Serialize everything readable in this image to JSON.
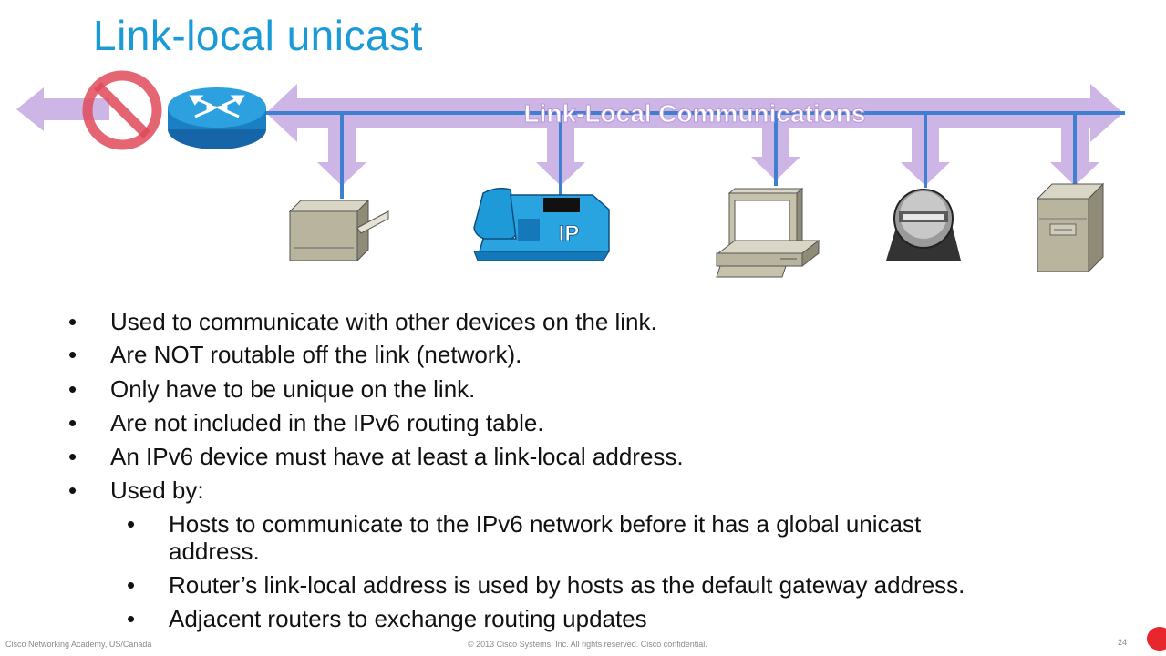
{
  "slide": {
    "title": "Link-local unicast",
    "banner": "Link-Local Communications",
    "phone_label": "IP"
  },
  "bullets": [
    {
      "level": 1,
      "text": "Used to communicate with other devices on the link."
    },
    {
      "level": 1,
      "text": "Are NOT routable off the link (network)."
    },
    {
      "level": 1,
      "text": "Only have to be unique on the link."
    },
    {
      "level": 1,
      "text": "Are not included in the IPv6 routing table."
    },
    {
      "level": 1,
      "text": "An IPv6 device must have at least a link-local address."
    },
    {
      "level": 1,
      "text": "Used by:"
    },
    {
      "level": 2,
      "text": "Hosts to communicate to the IPv6 network before it has a global unicast"
    },
    {
      "level": 2,
      "text": "address.",
      "continuation": true
    },
    {
      "level": 2,
      "text": "Router’s link-local address is used by hosts as the default gateway address."
    },
    {
      "level": 2,
      "text": "Adjacent routers to exchange routing updates"
    }
  ],
  "footer": {
    "left": "Cisco Networking Academy, US/Canada",
    "center": "© 2013 Cisco Systems, Inc. All rights reserved. Cisco confidential.",
    "page": "24"
  },
  "colors": {
    "title": "#1a9ad6",
    "arrow": "#c4a8e0",
    "line": "#3f7fd0",
    "prohibit": "#e04a5a",
    "router": "#1f8fd0"
  },
  "icons": [
    "prohibit-icon",
    "router-icon",
    "printer-icon",
    "ip-phone-icon",
    "pc-icon",
    "camera-icon",
    "server-icon"
  ]
}
